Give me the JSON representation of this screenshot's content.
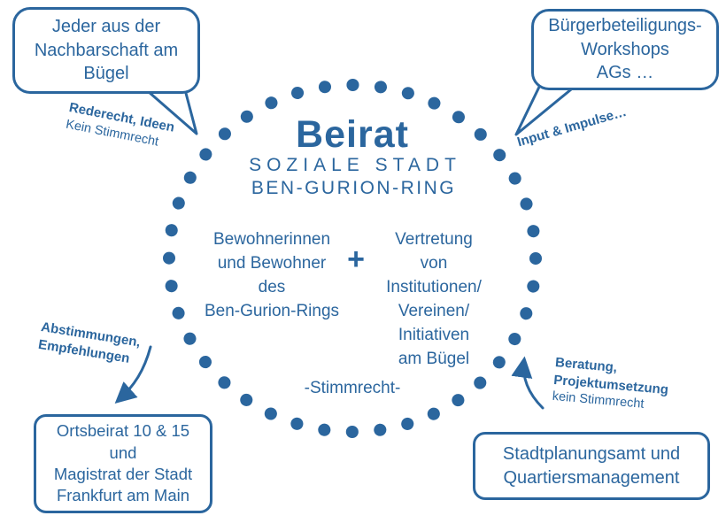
{
  "colors": {
    "accent": "#2b669e",
    "background": "#ffffff"
  },
  "center": {
    "title": "Beirat",
    "subtitle1": "SOZIALE STADT",
    "subtitle2": "BEN-GURION-RING",
    "left_group": "Bewohnerinnen\nund Bewohner\ndes\nBen-Gurion-Rings",
    "plus": "+",
    "right_group": "Vertretung\nvon\nInstitutionen/\nVereinen/\nInitiativen\nam Bügel",
    "footer": "-Stimmrecht-"
  },
  "bubbles": {
    "top_left": {
      "text": "Jeder aus der\nNachbarschaft am\nBügel"
    },
    "top_right": {
      "text": "Bürgerbeteiligungs-\nWorkshops\nAGs …"
    }
  },
  "boxes": {
    "bottom_left": {
      "text": "Ortsbeirat 10 & 15\nund\nMagistrat der Stadt\nFrankfurt am Main"
    },
    "bottom_right": {
      "text": "Stadtplanungsamt und\nQuartiersmanagement"
    }
  },
  "labels": {
    "top_left": {
      "line1": "Rederecht, Ideen",
      "line2": "Kein Stimmrecht"
    },
    "top_right": {
      "line1": "Input & Impulse…"
    },
    "bottom_left": {
      "line1": "Abstimmungen,",
      "line2": "Empfehlungen"
    },
    "bottom_right": {
      "line1": "Beratung,",
      "line2": "Projektumsetzung",
      "line3": "kein Stimmrecht"
    }
  }
}
